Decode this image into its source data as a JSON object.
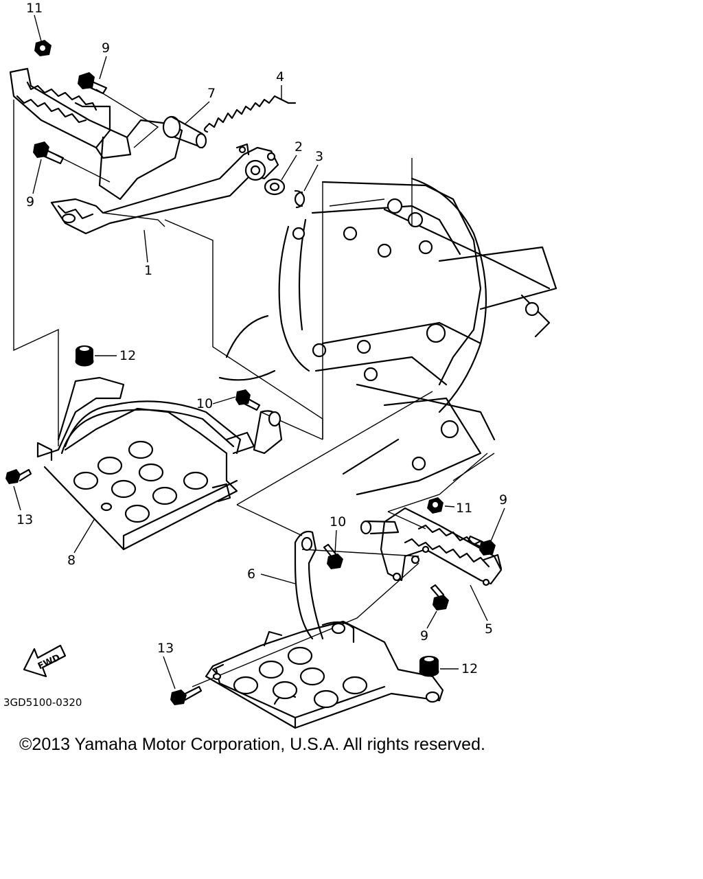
{
  "diagram": {
    "callouts": {
      "c11_top": "11",
      "c9_top": "9",
      "c7": "7",
      "c4": "4",
      "c2": "2",
      "c3": "3",
      "c9_left": "9",
      "c1": "1",
      "c12_left": "12",
      "c10_left": "10",
      "c13_left": "13",
      "c8": "8",
      "c11_right": "11",
      "c9_right_top": "9",
      "c10_right": "10",
      "c6": "6",
      "c9_right_bottom": "9",
      "c5": "5",
      "c13_bottom": "13",
      "c12_right": "12"
    },
    "fwd_label": "FWD",
    "diagram_code": "3GD5100-0320"
  },
  "footer": {
    "copyright": "©2013 Yamaha Motor Corporation, U.S.A. All rights reserved."
  }
}
